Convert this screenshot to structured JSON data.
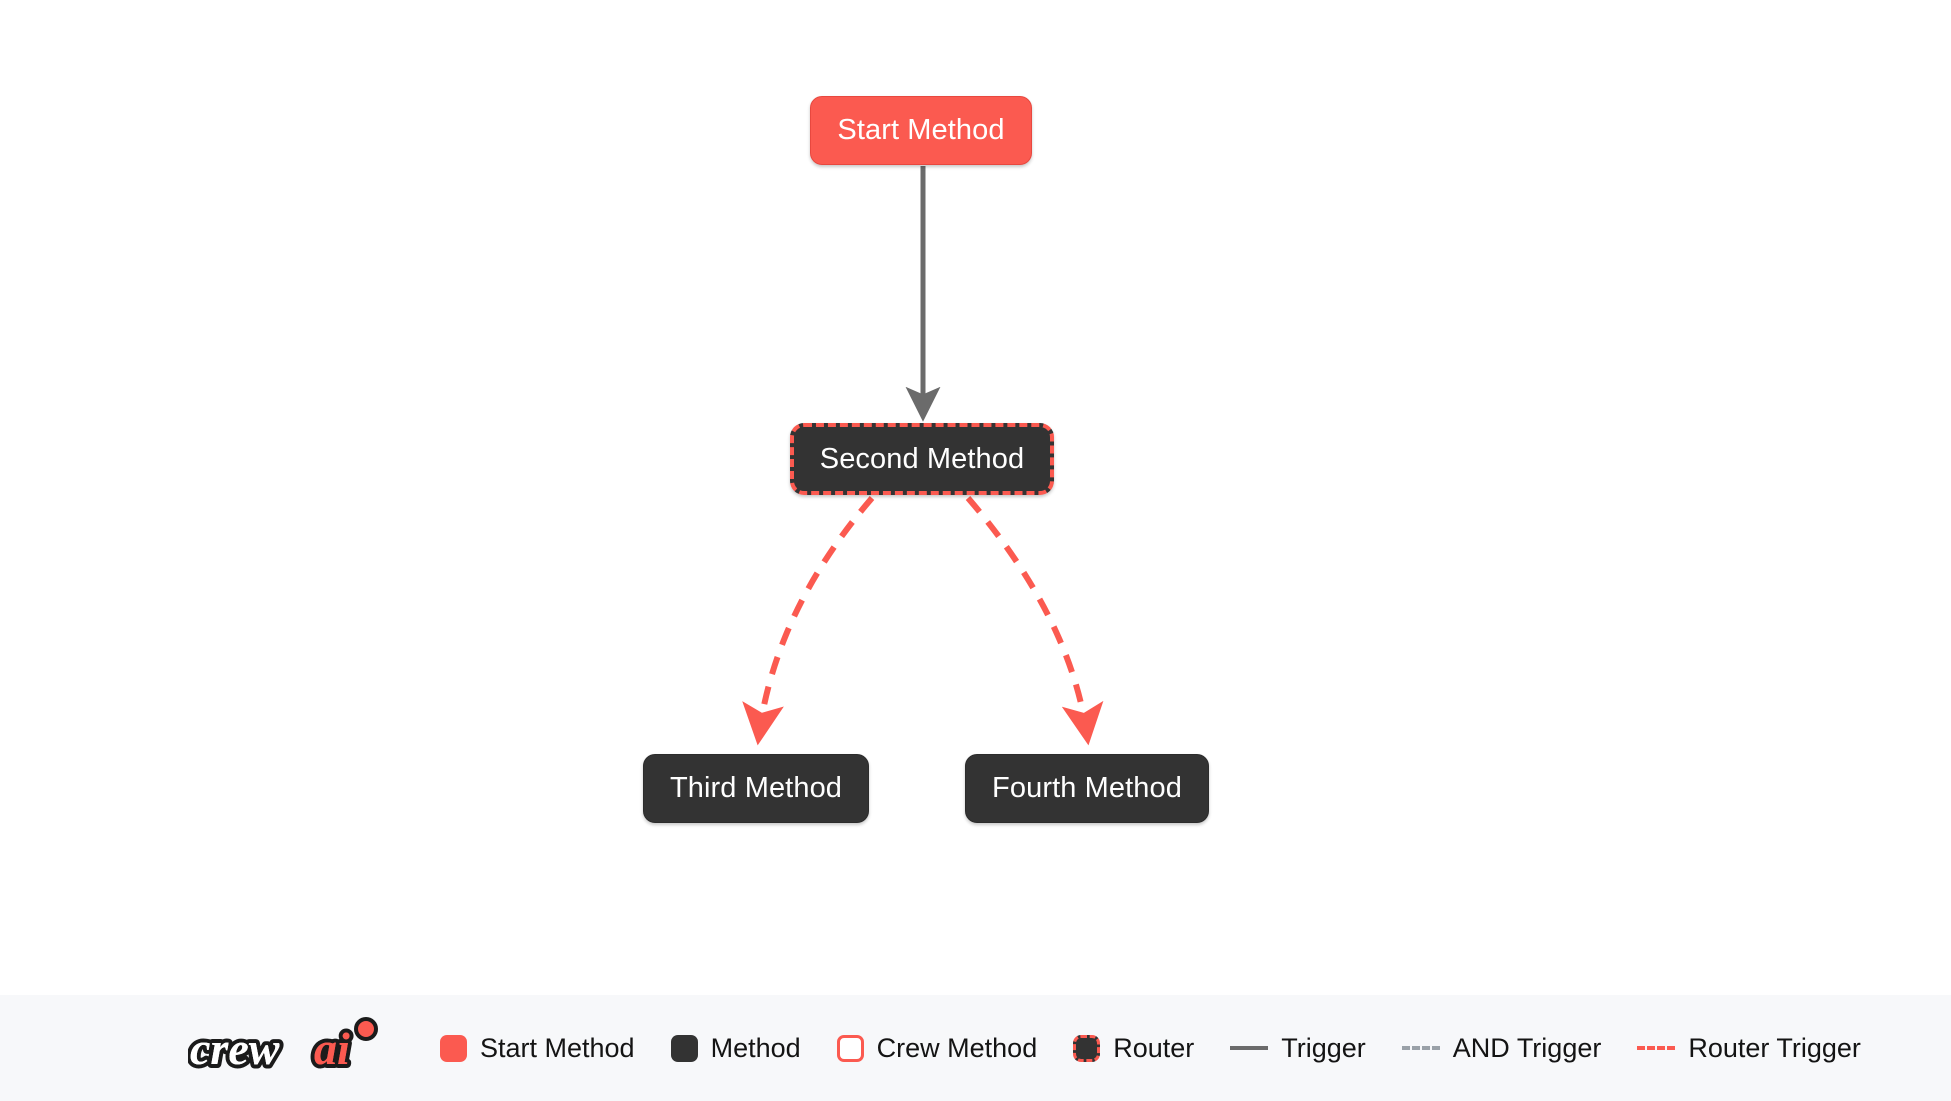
{
  "colors": {
    "accent": "#fb5a50",
    "method_fill": "#333333",
    "trigger_line": "#6b6b6b",
    "and_trigger_line": "#9aa1a8",
    "canvas_bg": "#ffffff",
    "legend_bg": "#f7f8fa",
    "node_text": "#ffffff",
    "legend_text": "#141414"
  },
  "flow": {
    "nodes": [
      {
        "id": "start_method",
        "label": "Start Method",
        "type": "start"
      },
      {
        "id": "second_method",
        "label": "Second Method",
        "type": "router"
      },
      {
        "id": "third_method",
        "label": "Third Method",
        "type": "method"
      },
      {
        "id": "fourth_method",
        "label": "Fourth Method",
        "type": "method"
      }
    ],
    "edges": [
      {
        "from": "start_method",
        "to": "third_method",
        "style": "trigger",
        "note": "solid gray"
      },
      {
        "from": "second_method",
        "to": "third_method",
        "style": "router_trigger",
        "note": "dashed coral"
      },
      {
        "from": "second_method",
        "to": "fourth_method",
        "style": "router_trigger",
        "note": "dashed coral"
      }
    ]
  },
  "legend": {
    "brand": "crewai",
    "brand_first": "crew",
    "brand_second": "ai",
    "items": [
      {
        "key": "start-method",
        "label": "Start Method",
        "swatch": "start"
      },
      {
        "key": "method",
        "label": "Method",
        "swatch": "method"
      },
      {
        "key": "crew-method",
        "label": "Crew Method",
        "swatch": "crew"
      },
      {
        "key": "router",
        "label": "Router",
        "swatch": "router"
      },
      {
        "key": "trigger",
        "label": "Trigger",
        "swatch": "line-solid-gray"
      },
      {
        "key": "and-trigger",
        "label": "AND Trigger",
        "swatch": "line-dashed-gray"
      },
      {
        "key": "router-trigger",
        "label": "Router Trigger",
        "swatch": "line-dashed-red"
      }
    ]
  }
}
